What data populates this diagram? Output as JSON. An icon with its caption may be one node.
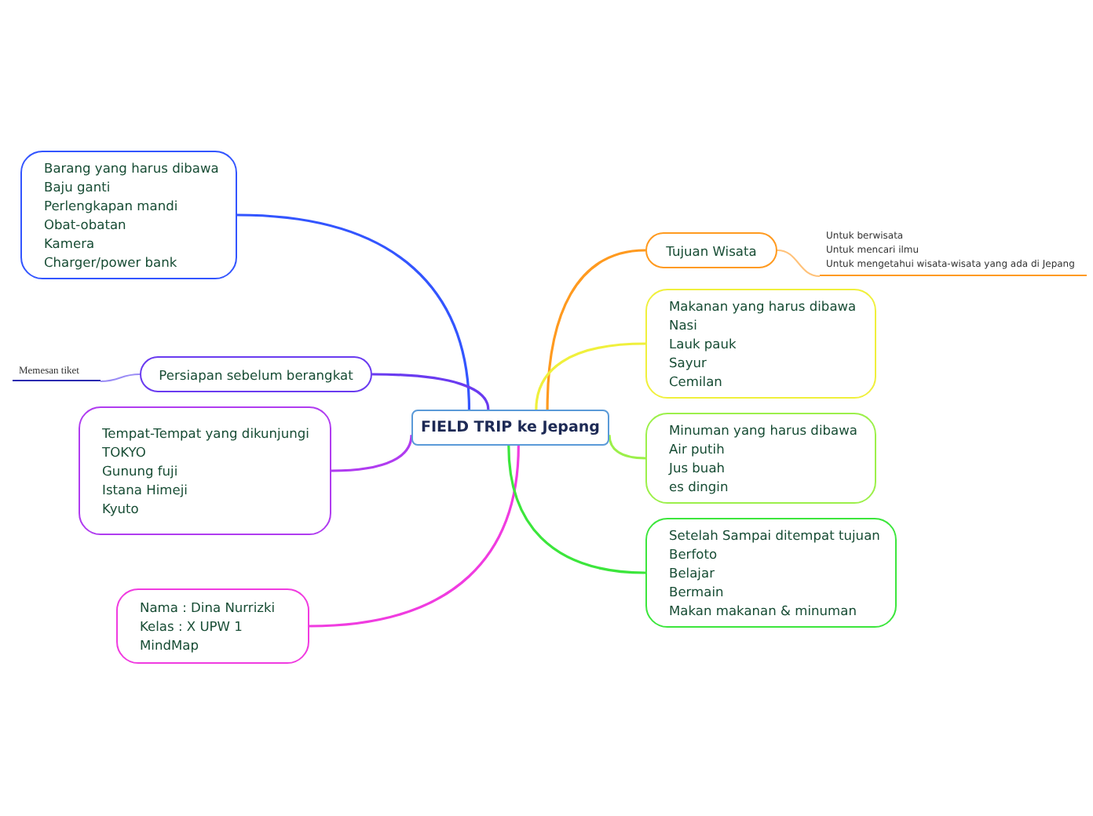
{
  "diagram": {
    "nodes": [
      {
        "text": [
          "FIELD TRIP ke Jepang"
        ]
      },
      {
        "text": [
          "Barang yang harus dibawa",
          "Baju ganti",
          "Perlengkapan mandi",
          "Obat-obatan",
          "Kamera",
          "Charger/power bank"
        ]
      },
      {
        "text": [
          "Persiapan sebelum berangkat"
        ]
      },
      {
        "text": [
          "Memesan tiket"
        ]
      },
      {
        "text": [
          "Tempat-Tempat yang dikunjungi",
          "TOKYO",
          "Gunung fuji",
          "Istana Himeji",
          "Kyuto"
        ]
      },
      {
        "text": [
          "Nama : Dina Nurrizki",
          "Kelas : X UPW 1",
          "MindMap"
        ]
      },
      {
        "text": [
          "Tujuan Wisata"
        ]
      },
      {
        "text": [
          "Untuk berwisata",
          "Untuk mencari ilmu",
          "Untuk mengetahui wisata-wisata yang ada di Jepang"
        ]
      },
      {
        "text": [
          "Makanan yang harus dibawa",
          "Nasi",
          "Lauk pauk",
          "Sayur",
          "Cemilan"
        ]
      },
      {
        "text": [
          "Minuman yang harus dibawa",
          "Air putih",
          "Jus buah",
          "es dingin"
        ]
      },
      {
        "text": [
          "Setelah Sampai ditempat tujuan",
          "Berfoto",
          "Belajar",
          "Bermain",
          "Makan makanan & minuman"
        ]
      }
    ],
    "edges": [
      {
        "from": 0,
        "to": 1,
        "arrow": "none",
        "color": "#3355ff"
      },
      {
        "from": 0,
        "to": 2,
        "arrow": "none",
        "color": "#6a3bf0"
      },
      {
        "from": 2,
        "to": 3,
        "arrow": "none",
        "color": "#9a8cf5"
      },
      {
        "from": 0,
        "to": 4,
        "arrow": "none",
        "color": "#b03cf0"
      },
      {
        "from": 0,
        "to": 5,
        "arrow": "none",
        "color": "#f03ce0"
      },
      {
        "from": 0,
        "to": 6,
        "arrow": "none",
        "color": "#ff9a1f"
      },
      {
        "from": 6,
        "to": 7,
        "arrow": "none",
        "color": "#ffc27a"
      },
      {
        "from": 0,
        "to": 8,
        "arrow": "none",
        "color": "#f0f03c"
      },
      {
        "from": 0,
        "to": 9,
        "arrow": "none",
        "color": "#9cf04a"
      },
      {
        "from": 0,
        "to": 10,
        "arrow": "none",
        "color": "#3ce63c"
      }
    ]
  }
}
